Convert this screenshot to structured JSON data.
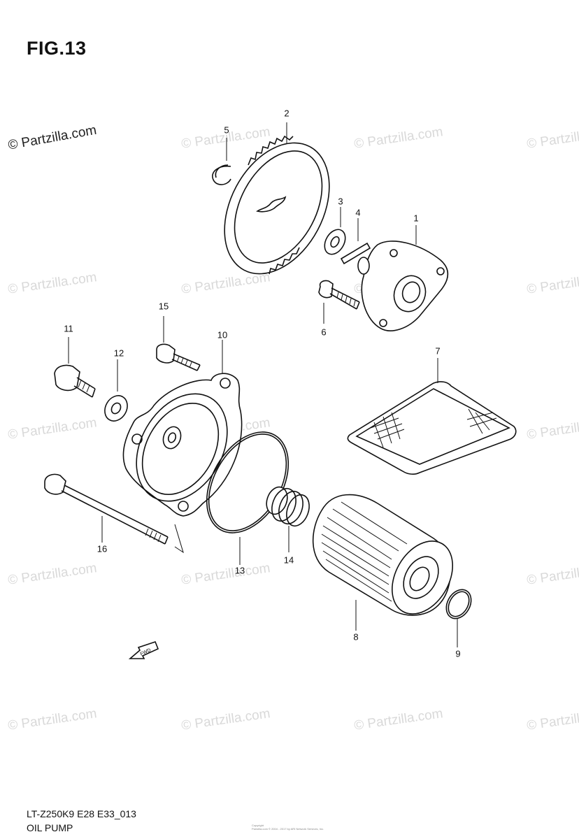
{
  "figure": {
    "title": "FIG.13"
  },
  "watermark": {
    "text": "© Partzilla.com"
  },
  "callouts": [
    "1",
    "2",
    "3",
    "4",
    "5",
    "6",
    "7",
    "8",
    "9",
    "10",
    "11",
    "12",
    "13",
    "14",
    "15",
    "16"
  ],
  "footer": {
    "model_code": "LT-Z250K9 E28 E33_013",
    "title": "OIL PUMP",
    "copyright_lines": [
      "Copyright",
      "Partzilla.com © 2004 - 2017 by ARI Network Services, Inc."
    ]
  },
  "icons": {
    "forward_arrow": "fwd-arrow-icon"
  },
  "fwd_label": "FWD",
  "colors": {
    "ink": "#111111",
    "watermark": "#d9d9d9"
  }
}
